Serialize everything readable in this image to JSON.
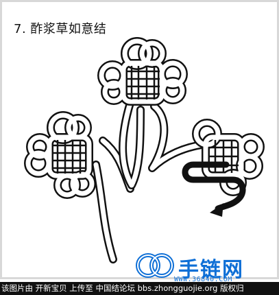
{
  "title": "7. 酢浆草如意结",
  "logo": {
    "brand": "手链网",
    "url": "WWW.36840.COM"
  },
  "footer_text": "该图片由 开新宝贝 上传至 中国结论坛 bbs.zhongguojie.org 版权归",
  "colors": {
    "cord_outline": "#111111",
    "cord_fill": "#ffffff",
    "arrow": "#111111",
    "brand": "#0e6fd6",
    "frame": "#d8d8d8",
    "footer_bg": "#111111"
  },
  "icons": [
    "knot-diagram",
    "direction-arrow",
    "brand-knot-logo-icon"
  ]
}
